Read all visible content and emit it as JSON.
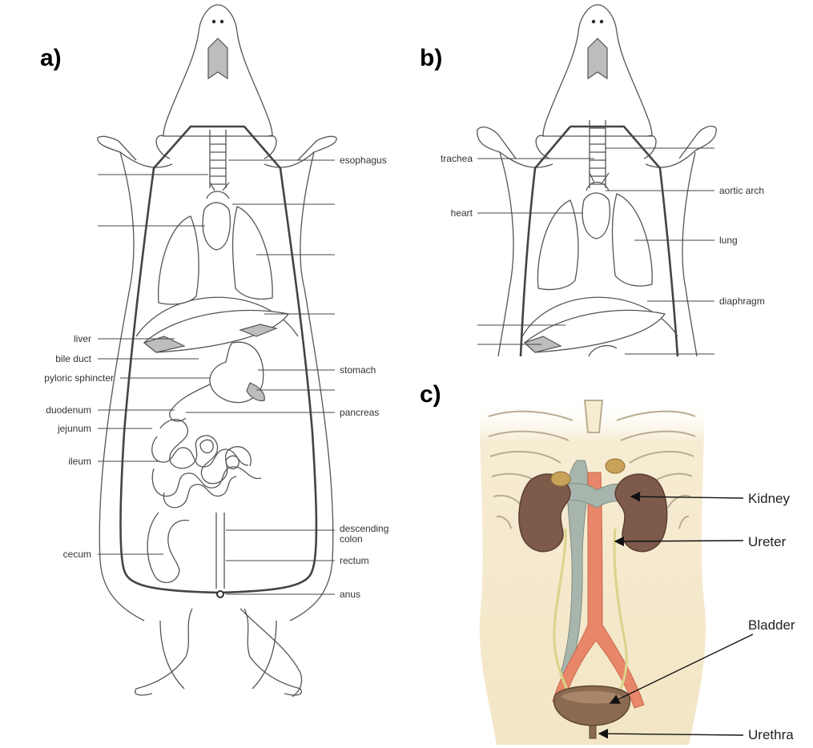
{
  "panels": {
    "a": "a)",
    "b": "b)",
    "c": "c)"
  },
  "panel_a_labels": {
    "esophagus": "esophagus",
    "liver": "liver",
    "bile_duct": "bile duct",
    "pyloric_sphincter": "pyloric sphincter",
    "stomach": "stomach",
    "duodenum": "duodenum",
    "pancreas": "pancreas",
    "jejunum": "jejunum",
    "ileum": "ileum",
    "descending_colon_1": "descending",
    "descending_colon_2": "colon",
    "cecum": "cecum",
    "rectum": "rectum",
    "anus": "anus"
  },
  "panel_b_labels": {
    "trachea": "trachea",
    "aortic_arch": "aortic arch",
    "heart": "heart",
    "lung": "lung",
    "diaphragm": "diaphragm"
  },
  "panel_c_labels": {
    "kidney": "Kidney",
    "ureter": "Ureter",
    "bladder": "Bladder",
    "urethra": "Urethra"
  },
  "colors": {
    "skin": "#f6ecd2",
    "kidney": "#7d5a4a",
    "aorta": "#e8866a",
    "vein": "#a8b5ad",
    "bladder": "#8a6a50"
  }
}
